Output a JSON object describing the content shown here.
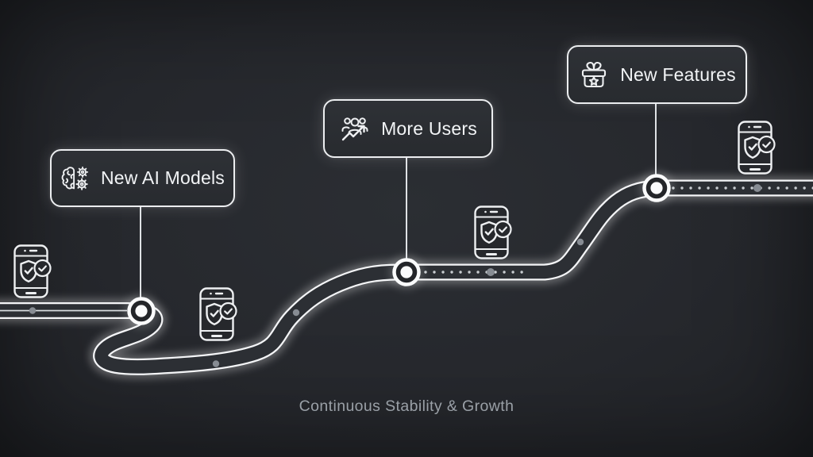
{
  "caption": "Continuous Stability & Growth",
  "milestones": [
    {
      "label": "New AI Models",
      "icon": "brain-gears-icon"
    },
    {
      "label": "More Users",
      "icon": "users-growth-icon"
    },
    {
      "label": "New Features",
      "icon": "gift-icon"
    }
  ],
  "road_markers": {
    "phone_icon": "phone-shield-check-icon",
    "phone_icon_count": 4,
    "milestone_node_count": 3,
    "gray_dot_count": 6
  },
  "colors": {
    "background": "#26282c",
    "line": "#f2f4f6",
    "box_fill": "#2b2e32",
    "caption_text": "#9aa0a7",
    "gray_dot": "#878c93"
  }
}
